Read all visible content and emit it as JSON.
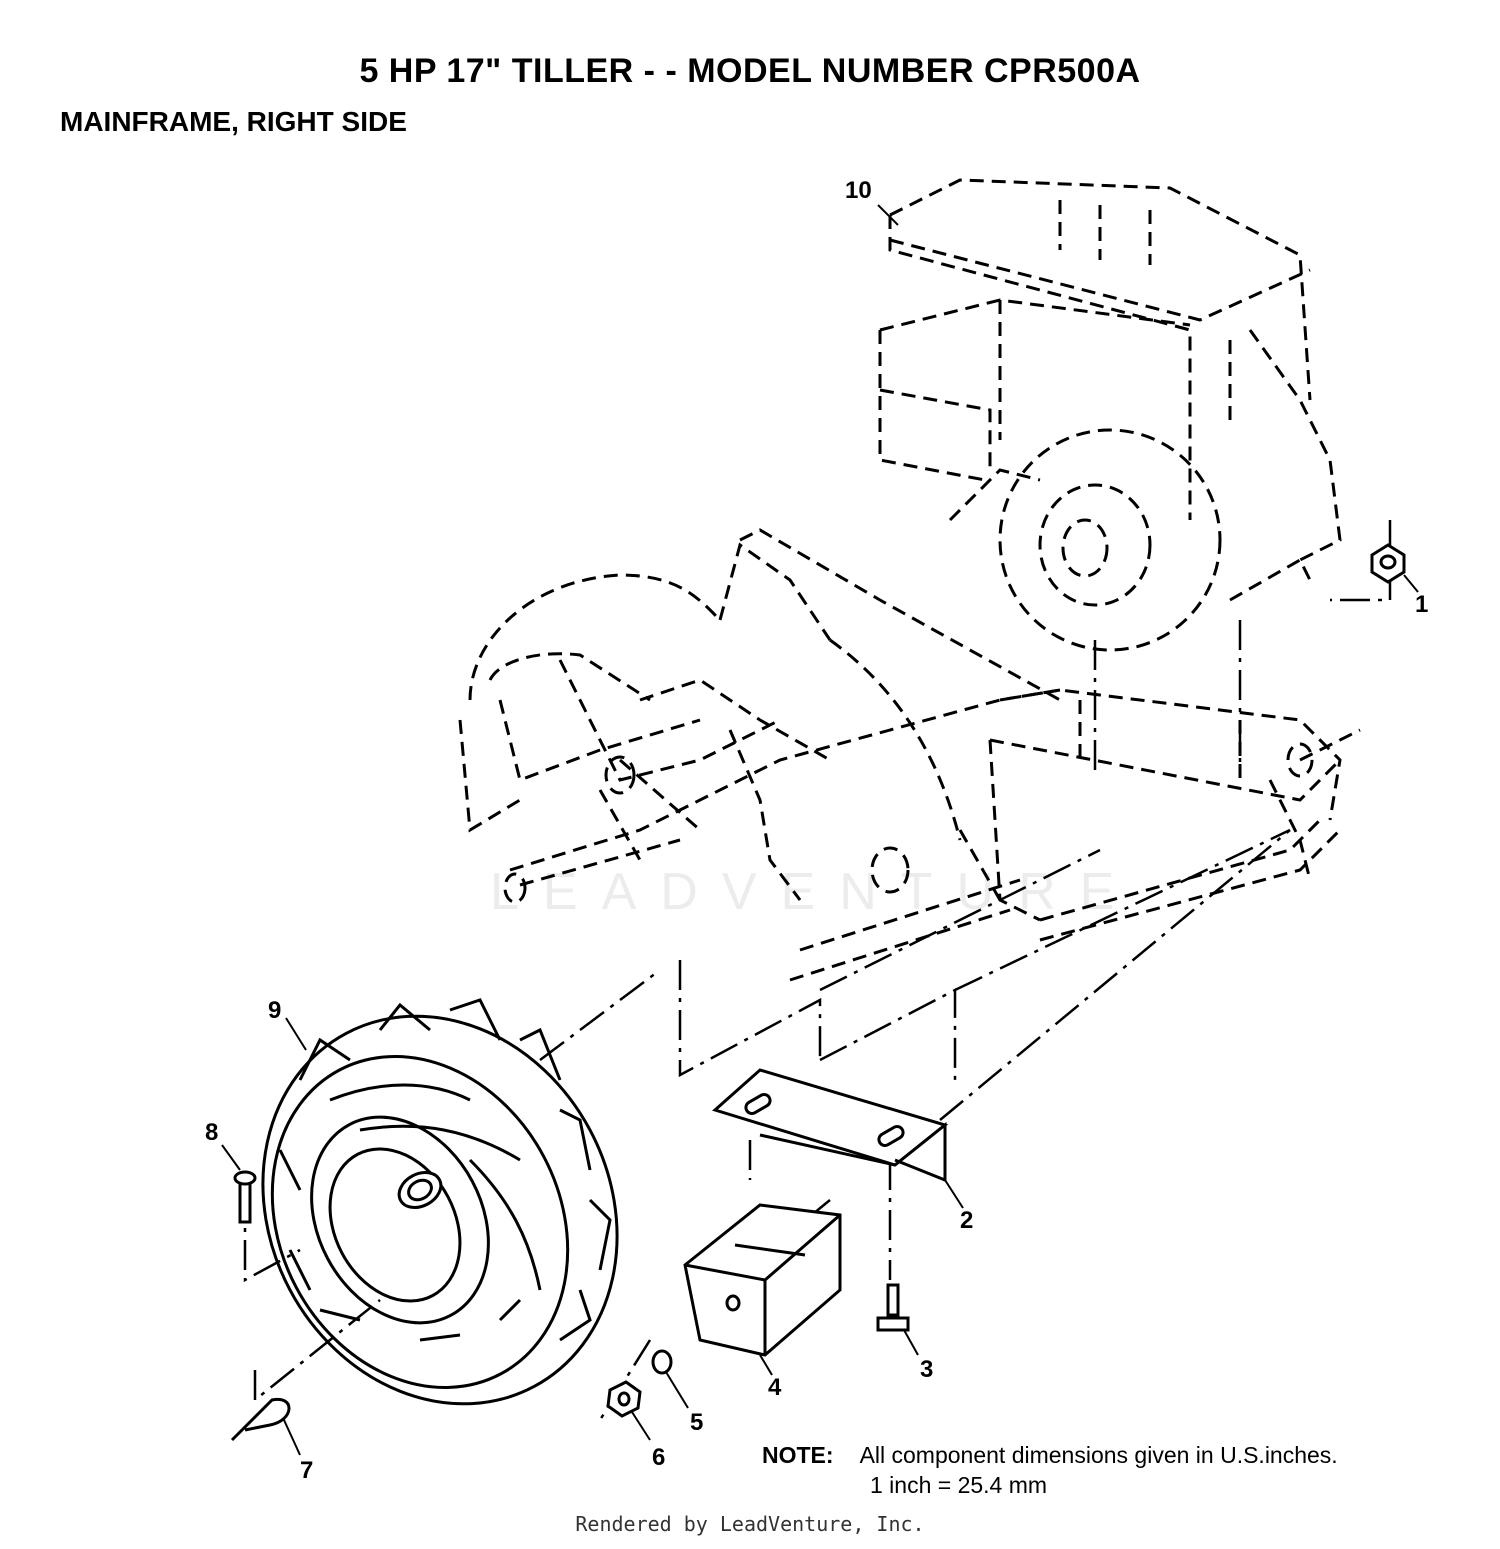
{
  "title": "5 HP  17\" TILLER - - MODEL NUMBER CPR500A",
  "subtitle": "MAINFRAME, RIGHT SIDE",
  "watermark": "LEADVENTURE",
  "callouts": [
    "1",
    "2",
    "3",
    "4",
    "5",
    "6",
    "7",
    "8",
    "9",
    "10"
  ],
  "parts": [
    "engine",
    "tine-assembly",
    "mainframe",
    "wheel",
    "bracket",
    "weight",
    "bolt",
    "lock-washer",
    "nut",
    "clevis-pin",
    "hairpin-clip",
    "flange-nut"
  ],
  "note": {
    "label": "NOTE:",
    "line1": "All component dimensions given in U.S.inches.",
    "line2": "1 inch = 25.4 mm"
  },
  "footer": "Rendered by LeadVenture, Inc."
}
